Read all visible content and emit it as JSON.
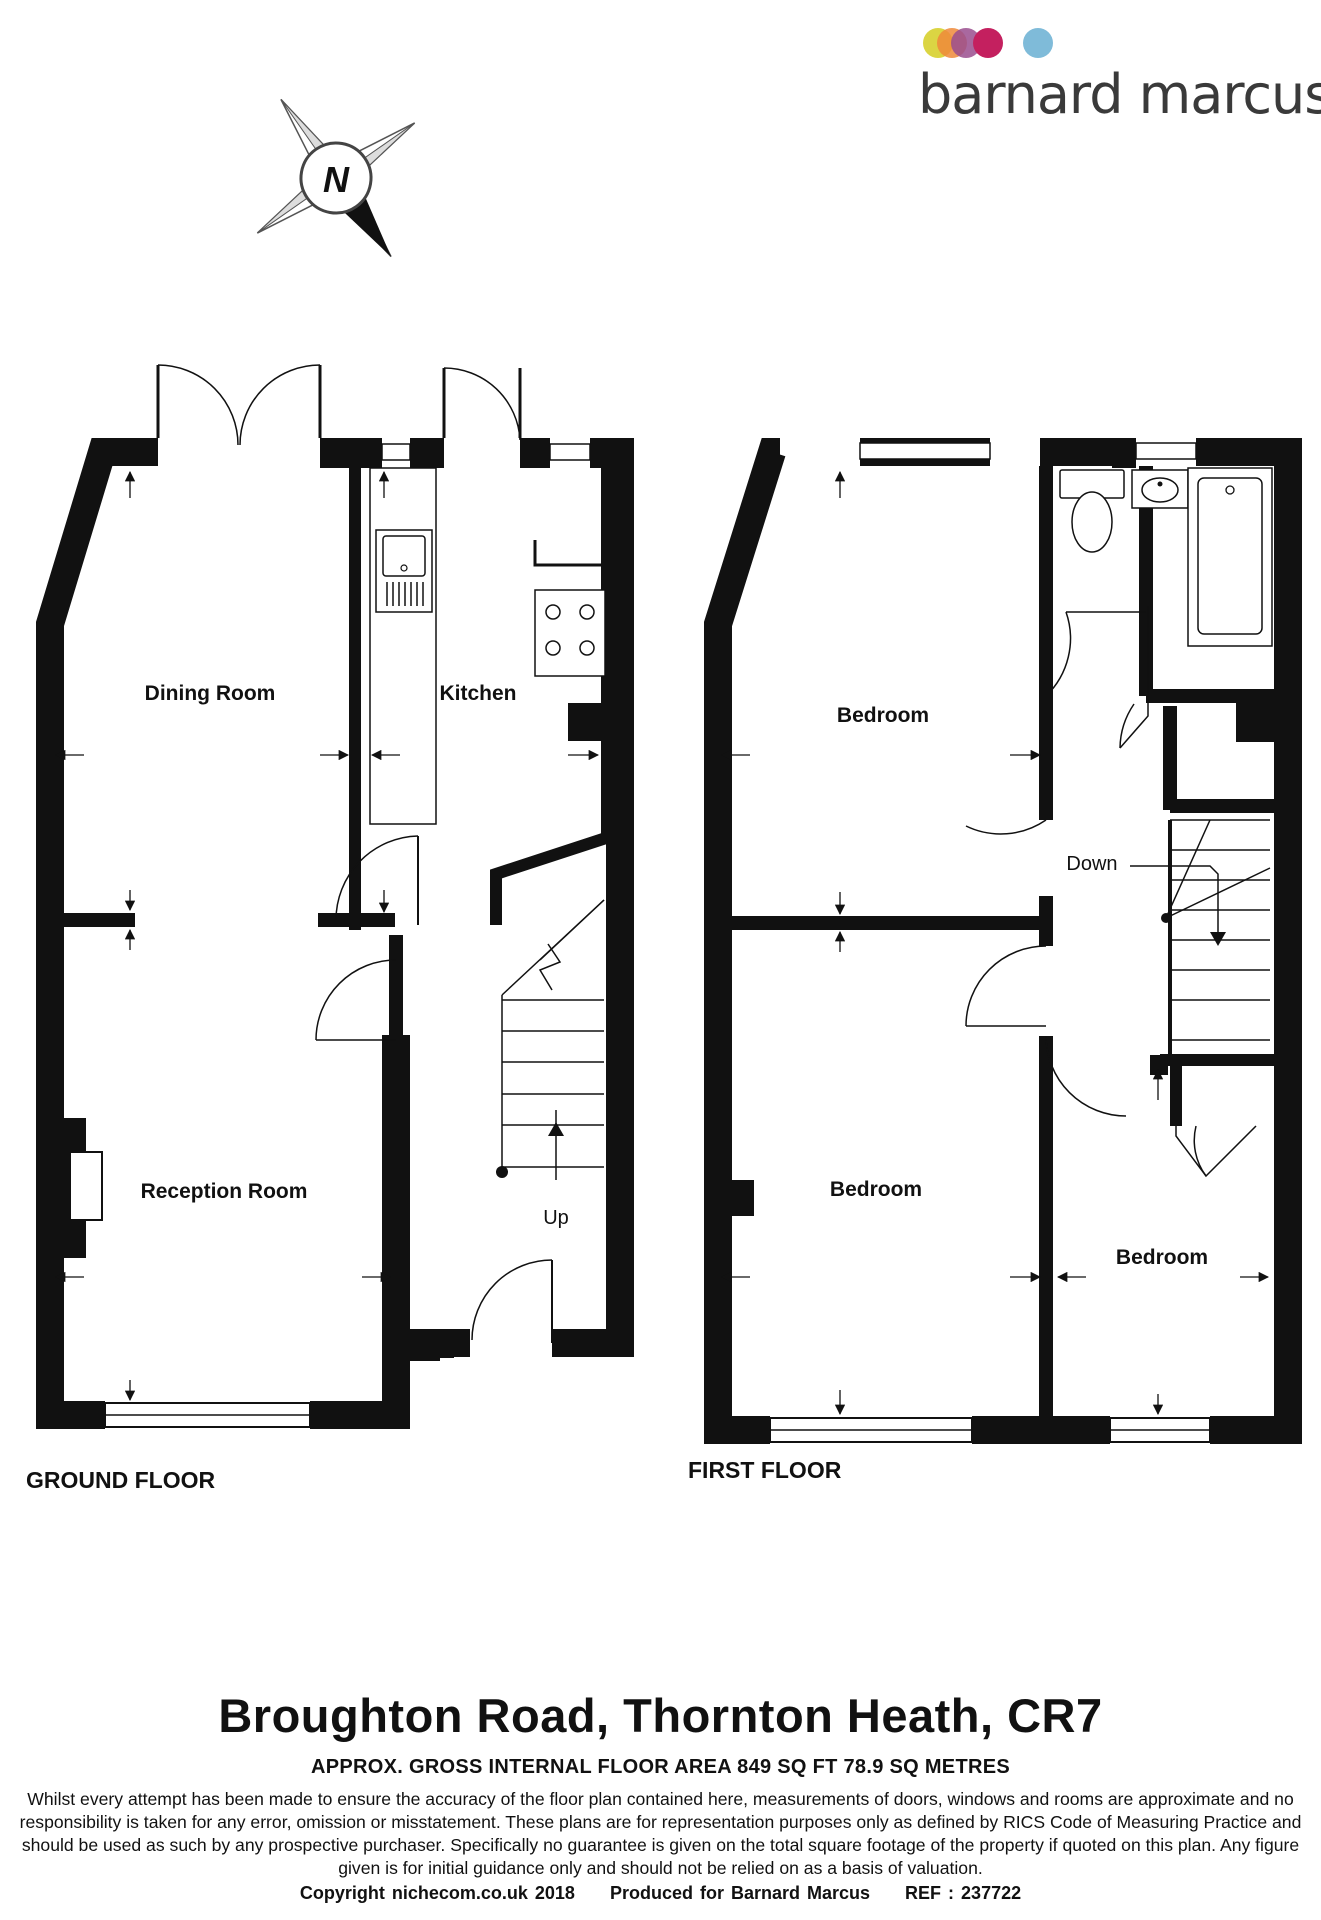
{
  "brand": {
    "name": "barnard marcus",
    "dot_colors": [
      "#d7d02f",
      "#ee8a3a",
      "#9a4d8e",
      "#c4205f",
      "#7fbbd9"
    ]
  },
  "compass": {
    "label": "N"
  },
  "ground_floor": {
    "label": "GROUND FLOOR",
    "rooms": {
      "dining": "Dining Room",
      "kitchen": "Kitchen",
      "reception": "Reception Room"
    },
    "stairs_label": "Up"
  },
  "first_floor": {
    "label": "FIRST FLOOR",
    "rooms": {
      "bedroom_1": "Bedroom",
      "bedroom_2": "Bedroom",
      "bedroom_3": "Bedroom"
    },
    "stairs_label": "Down"
  },
  "footer": {
    "address": "Broughton Road, Thornton Heath, CR7",
    "area": "APPROX. GROSS INTERNAL FLOOR AREA 849 SQ FT 78.9 SQ METRES",
    "disclaimer": "Whilst every attempt has been made to ensure the accuracy of the floor plan contained here, measurements of doors, windows and rooms are approximate and no responsibility is taken for any error, omission or misstatement. These plans are for representation purposes only as defined by RICS Code of Measuring Practice and should be used as such by any prospective purchaser.  Specifically no guarantee is given on the total square footage of the property if quoted on this plan. Any figure given is for initial guidance only and should not be relied on as a basis of valuation.",
    "copyright": "Copyright nichecom.co.uk 2018",
    "produced_for": "Produced for Barnard Marcus",
    "ref": "REF : 237722"
  }
}
